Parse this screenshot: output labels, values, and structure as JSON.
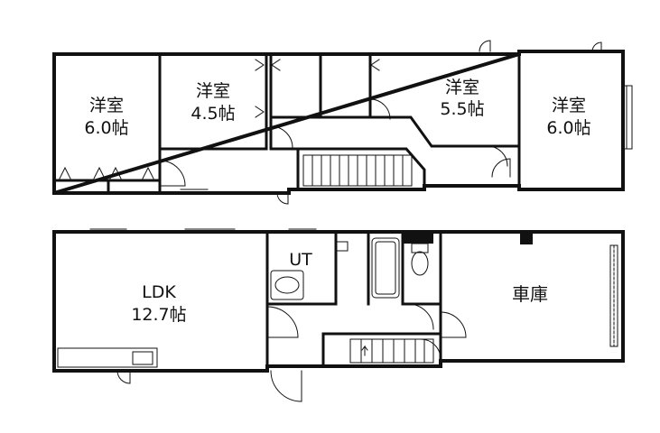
{
  "upper_floor": {
    "rooms": [
      {
        "id": "west",
        "name": "洋室",
        "size": "6.0帖"
      },
      {
        "id": "mid_left",
        "name": "洋室",
        "size": "4.5帖"
      },
      {
        "id": "mid_right",
        "name": "洋室",
        "size": "5.5帖"
      },
      {
        "id": "east",
        "name": "洋室",
        "size": "6.0帖"
      }
    ]
  },
  "lower_floor": {
    "rooms": [
      {
        "id": "ldk",
        "name": "LDK",
        "size": "12.7帖"
      },
      {
        "id": "ut",
        "name": "UT",
        "size": ""
      },
      {
        "id": "garage",
        "name": "車庫",
        "size": ""
      }
    ]
  }
}
